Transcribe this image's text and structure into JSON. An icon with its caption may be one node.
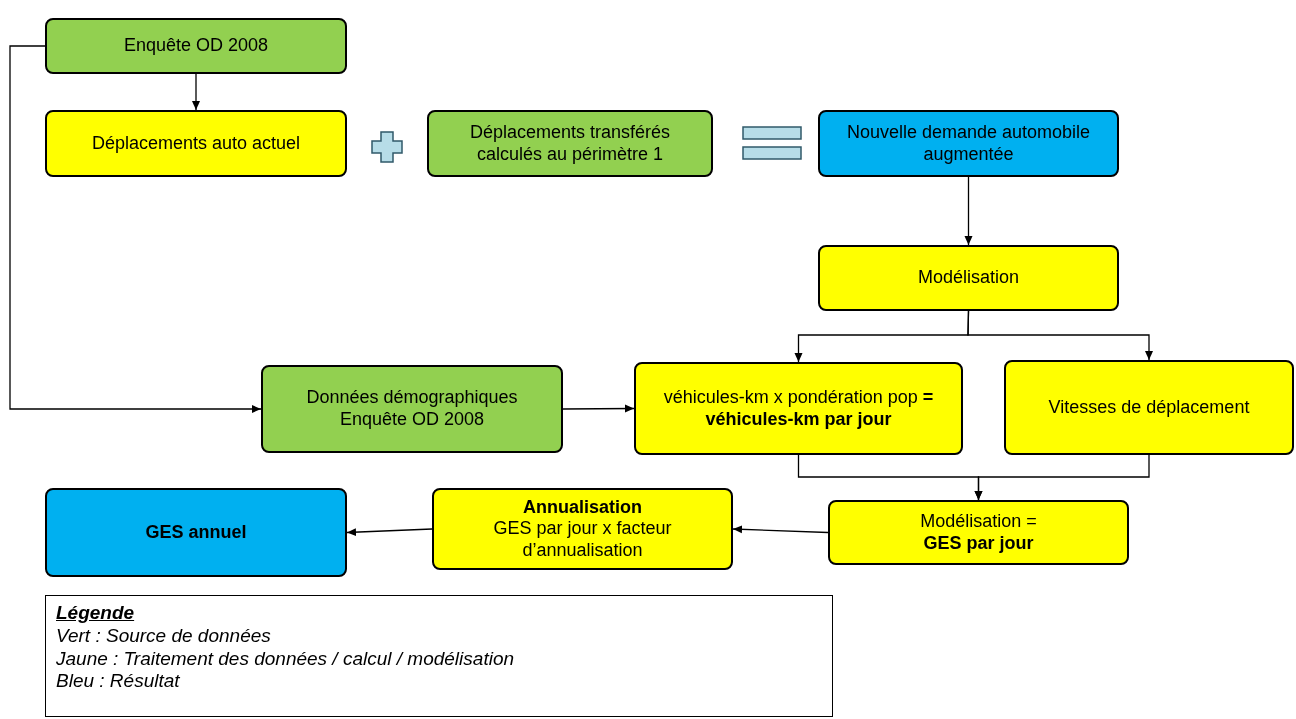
{
  "diagram": {
    "nodes": [
      {
        "text": [
          "Enquête OD 2008"
        ]
      },
      {
        "text": [
          "Déplacements auto actuel"
        ]
      },
      {
        "text": [
          "Déplacements transférés calculés au périmètre 1"
        ]
      },
      {
        "text": [
          "Nouvelle demande automobile augmentée"
        ]
      },
      {
        "text": [
          "Modélisation"
        ]
      },
      {
        "text": [
          "Données démographiques Enquête OD 2008"
        ]
      },
      {
        "text": [
          "véhicules-km x  pondération pop **=**",
          "véhicules-km par jour"
        ]
      },
      {
        "text": [
          "Vitesses de déplacement"
        ]
      },
      {
        "text": [
          "Modélisation =",
          "GES par jour"
        ]
      },
      {
        "text": [
          "Annualisation",
          "GES par jour x facteur d’annualisation"
        ]
      },
      {
        "text": [
          "GES annuel"
        ]
      }
    ],
    "edges": [
      {
        "from": 0,
        "to": 1,
        "arrow": "to"
      },
      {
        "from": 0,
        "to": 5,
        "arrow": "to"
      },
      {
        "from": 5,
        "to": 6,
        "arrow": "to"
      },
      {
        "from": 3,
        "to": 4,
        "arrow": "to"
      },
      {
        "from": 4,
        "to": 6,
        "arrow": "to"
      },
      {
        "from": 4,
        "to": 7,
        "arrow": "to"
      },
      {
        "from": 6,
        "to": 8,
        "arrow": "to"
      },
      {
        "from": 7,
        "to": 8,
        "arrow": "to"
      },
      {
        "from": 8,
        "to": 9,
        "arrow": "to"
      },
      {
        "from": 9,
        "to": 10,
        "arrow": "to"
      }
    ],
    "labels": [
      "Légende"
    ],
    "legend": [
      {
        "text": "Vert : Source de données"
      },
      {
        "text": "Jaune : Traitement des données / calcul / modélisation"
      },
      {
        "text": "Bleu : Résultat"
      }
    ]
  }
}
